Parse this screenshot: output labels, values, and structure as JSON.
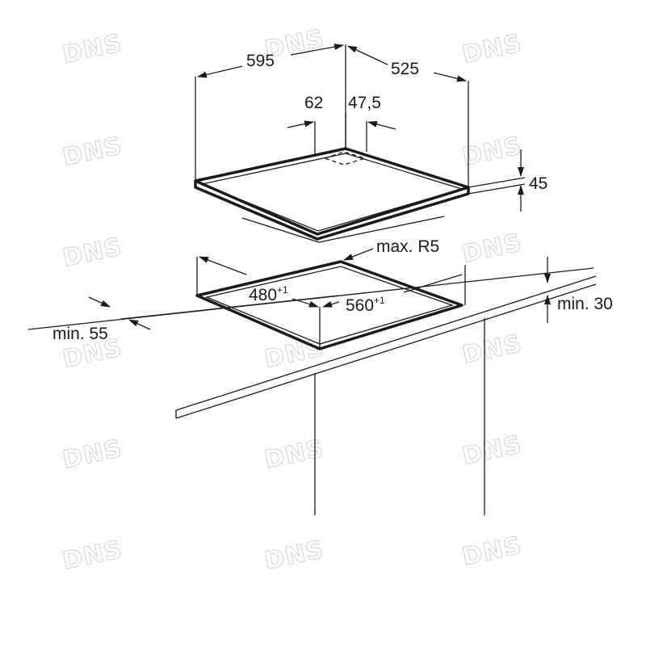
{
  "dimensions": {
    "hob_width": "595",
    "hob_depth": "525",
    "burner_offset_left": "62",
    "burner_offset_right": "47,5",
    "hob_height": "45",
    "corner_radius": "max. R5",
    "cutout_depth": {
      "value": "480",
      "tolerance": "+1"
    },
    "cutout_width": {
      "value": "560",
      "tolerance": "+1"
    },
    "min_front_distance": "min. 55",
    "min_countertop": "min. 30"
  },
  "watermark": "DNS",
  "colors": {
    "line": "#1a1a1a",
    "watermark": "#cfcfcf",
    "background": "#ffffff"
  }
}
